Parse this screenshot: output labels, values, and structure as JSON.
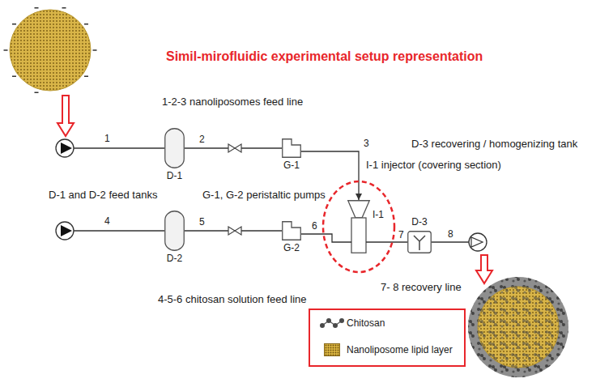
{
  "diagram": {
    "title": "Simil-mirofluidic experimental setup representation",
    "nodes": [
      {
        "text": [
          "D-1"
        ]
      },
      {
        "text": [
          "G-1"
        ]
      },
      {
        "text": [
          "I-1"
        ]
      },
      {
        "text": [
          "D-2"
        ]
      },
      {
        "text": [
          "G-2"
        ]
      },
      {
        "text": [
          "D-3"
        ]
      }
    ],
    "edges": [
      {
        "from": 0,
        "to": 1,
        "label": "2",
        "arrow": "none"
      },
      {
        "from": 1,
        "to": 2,
        "label": "3",
        "arrow": "to"
      },
      {
        "from": 3,
        "to": 4,
        "label": "5",
        "arrow": "none"
      },
      {
        "from": 4,
        "to": 2,
        "label": "6",
        "arrow": "none"
      },
      {
        "from": 2,
        "to": 5,
        "label": "7",
        "arrow": "none"
      }
    ],
    "labels": [
      "1-2-3 nanoliposomes feed line",
      "1",
      "D-1 and D-2 feed tanks",
      "G-1, G-2 peristaltic pumps",
      "D-3 recovering / homogenizing tank",
      "I-1 injector (covering section)",
      "4",
      "8",
      "7- 8 recovery line",
      "4-5-6 chitosan solution feed line"
    ],
    "legend": [
      {
        "text": "Chitosan"
      },
      {
        "text": "Nanoliposome lipid layer",
        "color": "#d6b13f"
      }
    ]
  }
}
